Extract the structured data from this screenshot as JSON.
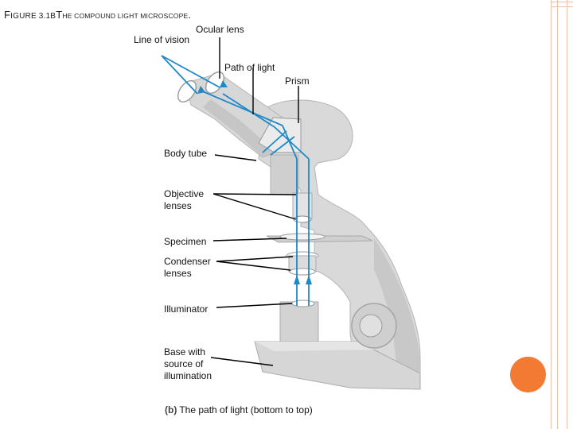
{
  "title": {
    "prefix": "F",
    "main": "IGURE 3.1B",
    "rest": "T",
    "tail": "HE COMPOUND LIGHT MICROSCOPE",
    "dot": "."
  },
  "labels": {
    "ocular_lens": "Ocular lens",
    "line_of_vision": "Line of vision",
    "path_of_light": "Path of light",
    "prism": "Prism",
    "body_tube": "Body tube",
    "objective_lenses": "Objective lenses",
    "specimen": "Specimen",
    "condenser_lenses": "Condenser lenses",
    "illuminator": "Illuminator",
    "base": "Base with source of illumination"
  },
  "caption": {
    "tag": "(b)",
    "text": "The path of light (bottom to top)"
  },
  "colors": {
    "body": "#d9d9d9",
    "shadow": "#bdbdbd",
    "light_path": "#1e88c8",
    "accent_circle": "#f27a33",
    "frame": "#f1c0a8"
  }
}
